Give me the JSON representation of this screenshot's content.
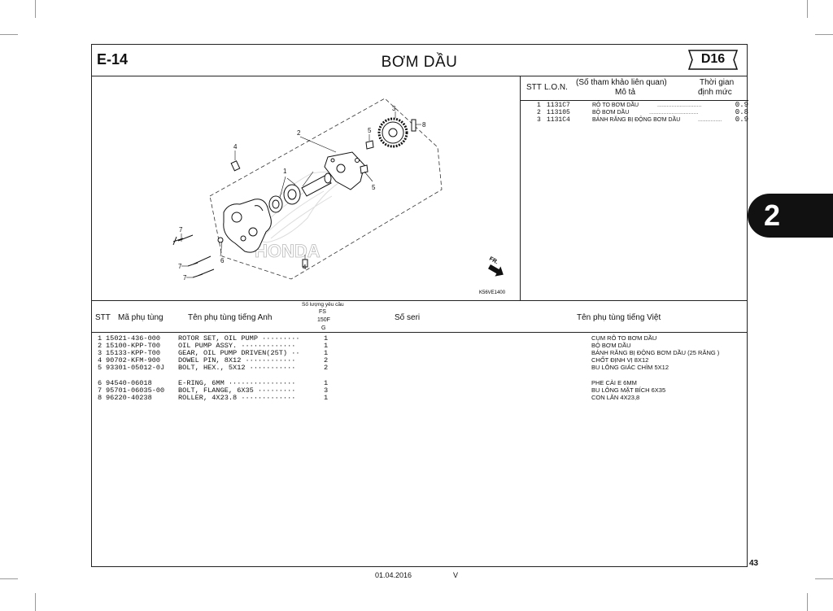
{
  "header": {
    "section_code": "E-14",
    "title": "BƠM DẦU",
    "model_badge": "D16"
  },
  "side_tab": "2",
  "diagram": {
    "callouts": [
      "1",
      "2",
      "3",
      "4",
      "4",
      "5",
      "5",
      "6",
      "7",
      "7",
      "7",
      "8"
    ],
    "fr_label": "FR.",
    "ref_code": "K56VE1400",
    "watermark": "HONDA"
  },
  "ref_table": {
    "headers": {
      "stt": "STT",
      "lon": "L.O.N.",
      "ref": "(Số tham khảo liên quan)",
      "desc": "Mô tả",
      "time": "Thời gian",
      "time2": "định mức"
    },
    "rows": [
      {
        "stt": "1",
        "lon": "1131C7",
        "desc": "RÔ TO BƠM DẦU",
        "time": "0.9"
      },
      {
        "stt": "2",
        "lon": "113105",
        "desc": "BỘ BƠM DẦU",
        "time": "0.8"
      },
      {
        "stt": "3",
        "lon": "1131C4",
        "desc": "BÁNH RĂNG BỊ ĐỘNG BƠM DẦU",
        "time": "0.9"
      }
    ]
  },
  "parts_header": {
    "stt": "STT",
    "part_no": "Mã phụ tùng",
    "name_en": "Tên phụ tùng tiếng Anh",
    "qty_title": "Số lượng yêu cầu",
    "qty_fs": "FS",
    "qty_150f": "150F",
    "qty_g": "G",
    "serial": "Số seri",
    "name_vi": "Tên phụ tùng tiếng Việt"
  },
  "parts": [
    {
      "stt": "1",
      "part_no": "15021-436-000",
      "name_en": "ROTOR SET, OIL PUMP ·········",
      "qty": "1",
      "name_vi": "CỤM RÔ TO BƠM DẦU"
    },
    {
      "stt": "2",
      "part_no": "15100-KPP-T00",
      "name_en": "OIL PUMP ASSY. ·············",
      "qty": "1",
      "name_vi": "BỘ BƠM DẦU"
    },
    {
      "stt": "3",
      "part_no": "15133-KPP-T00",
      "name_en": "GEAR, OIL PUMP DRIVEN(25T) ··",
      "qty": "1",
      "name_vi": "BÁNH RĂNG BỊ ĐỘNG BƠM DẦU (25 RĂNG )"
    },
    {
      "stt": "4",
      "part_no": "90702-KFM-900",
      "name_en": "DOWEL PIN, 8X12 ············",
      "qty": "2",
      "name_vi": "CHỐT ĐỊNH VỊ 8X12"
    },
    {
      "stt": "5",
      "part_no": "93301-05012-0J",
      "name_en": "BOLT, HEX., 5X12 ···········",
      "qty": "2",
      "name_vi": "BU LÔNG GIÁC CHÌM 5X12"
    },
    {
      "stt": "6",
      "part_no": "94540-06018",
      "name_en": "E-RING, 6MM ················",
      "qty": "1",
      "name_vi": "PHE CÀI E 6MM"
    },
    {
      "stt": "7",
      "part_no": "95701-06035-00",
      "name_en": "BOLT, FLANGE, 6X35 ·········",
      "qty": "3",
      "name_vi": "BU LÔNG MẶT BÍCH 6X35"
    },
    {
      "stt": "8",
      "part_no": "96220-40238",
      "name_en": "ROLLER, 4X23.8 ·············",
      "qty": "1",
      "name_vi": "CON LĂN 4X23,8"
    }
  ],
  "footer": {
    "date": "01.04.2016",
    "version": "V",
    "page": "43"
  }
}
